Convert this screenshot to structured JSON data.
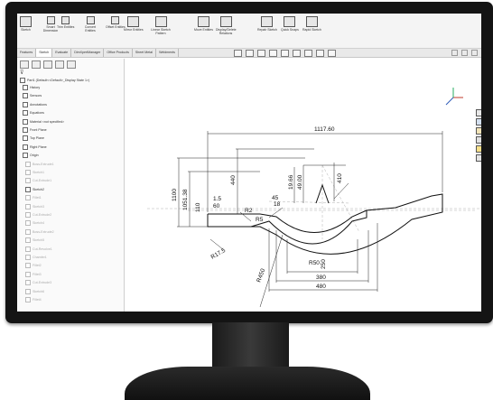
{
  "app": {
    "name": "CAD sketch"
  },
  "ribbon": {
    "tools": [
      {
        "id": "sketch",
        "label": "Sketch"
      },
      {
        "id": "smart-dim",
        "label": "Smart Dimension"
      },
      {
        "id": "trim",
        "label": "Trim Entities"
      },
      {
        "id": "convert",
        "label": "Convert Entities"
      },
      {
        "id": "offset",
        "label": "Offset Entities"
      },
      {
        "id": "mirror",
        "label": "Mirror Entities"
      },
      {
        "id": "linear-pattern",
        "label": "Linear Sketch Pattern"
      },
      {
        "id": "move",
        "label": "Move Entities"
      },
      {
        "id": "relations",
        "label": "Display/Delete Relations"
      },
      {
        "id": "repair",
        "label": "Repair Sketch"
      },
      {
        "id": "quick-snaps",
        "label": "Quick Snaps"
      },
      {
        "id": "rapid-sketch",
        "label": "Rapid Sketch"
      }
    ]
  },
  "tabs": [
    "Features",
    "Sketch",
    "Evaluate",
    "DimXpertManager",
    "Office Products",
    "Sheet Metal",
    "Weldments"
  ],
  "tree": {
    "title": "Part1 (Default<<Default>_Display State 1>)",
    "items": [
      {
        "label": "History",
        "faded": false
      },
      {
        "label": "Sensors",
        "faded": false
      },
      {
        "label": "Annotations",
        "faded": false
      },
      {
        "label": "Equations",
        "faded": false
      },
      {
        "label": "Material <not specified>",
        "faded": false
      },
      {
        "label": "Front Plane",
        "faded": false
      },
      {
        "label": "Top Plane",
        "faded": false
      },
      {
        "label": "Right Plane",
        "faded": false
      },
      {
        "label": "Origin",
        "faded": false
      },
      {
        "label": "Boss-Extrude1",
        "faded": true
      },
      {
        "label": "Sketch1",
        "faded": true
      },
      {
        "label": "Cut-Extrude1",
        "faded": true
      },
      {
        "label": "Sketch2",
        "faded": false
      },
      {
        "label": "Fillet1",
        "faded": true
      },
      {
        "label": "Sketch3",
        "faded": true
      },
      {
        "label": "Cut-Extrude2",
        "faded": true
      },
      {
        "label": "Sketch4",
        "faded": true
      },
      {
        "label": "Boss-Extrude2",
        "faded": true
      },
      {
        "label": "Sketch5",
        "faded": true
      },
      {
        "label": "Cut-Revolve1",
        "faded": true
      },
      {
        "label": "Chamfer1",
        "faded": true
      },
      {
        "label": "Fillet2",
        "faded": true
      },
      {
        "label": "Fillet3",
        "faded": true
      },
      {
        "label": "Cut-Extrude3",
        "faded": true
      },
      {
        "label": "Sketch6",
        "faded": true
      },
      {
        "label": "Fillet4",
        "faded": true
      }
    ]
  },
  "drawing": {
    "dims": {
      "total_width": "1117.60",
      "left_height": "1100",
      "height_2": "1051.38",
      "height_3": "440",
      "offset_a": "1.5",
      "offset_b": "60",
      "v_small_1": "19.66",
      "v_small_2": "49.00",
      "v_small_3": "410",
      "r_left": "R17.5",
      "r_mid": "R2",
      "r_mid_2": "R5",
      "small_top": "18",
      "small_left": "110",
      "chord": "R50",
      "bottom_1": "250",
      "bottom_2": "380",
      "bottom_3": "480",
      "diag": "R450",
      "angle": "45"
    }
  },
  "colors": {
    "bezel": "#141414",
    "screen": "#ffffff",
    "sketch_line": "#111111",
    "dim_line": "#222222",
    "construction": "#b0b0b0"
  }
}
